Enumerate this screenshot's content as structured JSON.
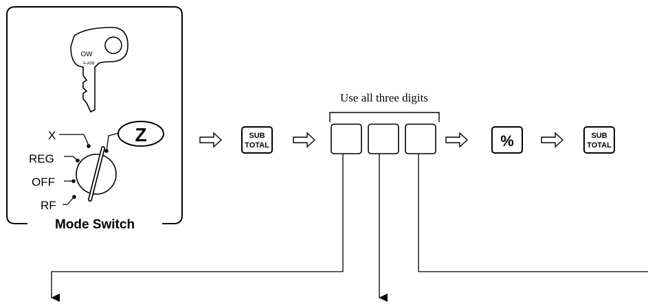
{
  "mode_panel": {
    "title": "Mode Switch",
    "key_code": "OW",
    "key_serial": "A-A08",
    "positions": [
      "X",
      "REG",
      "OFF",
      "RF"
    ],
    "selected_position": "Z"
  },
  "sequence": {
    "subtotal_key": {
      "line1": "SUB",
      "line2": "TOTAL"
    },
    "percent_key": "%",
    "digits_caption": "Use all three digits",
    "digit_box_count": 3
  },
  "colors": {
    "stroke": "#000000",
    "background": "#ffffff"
  }
}
